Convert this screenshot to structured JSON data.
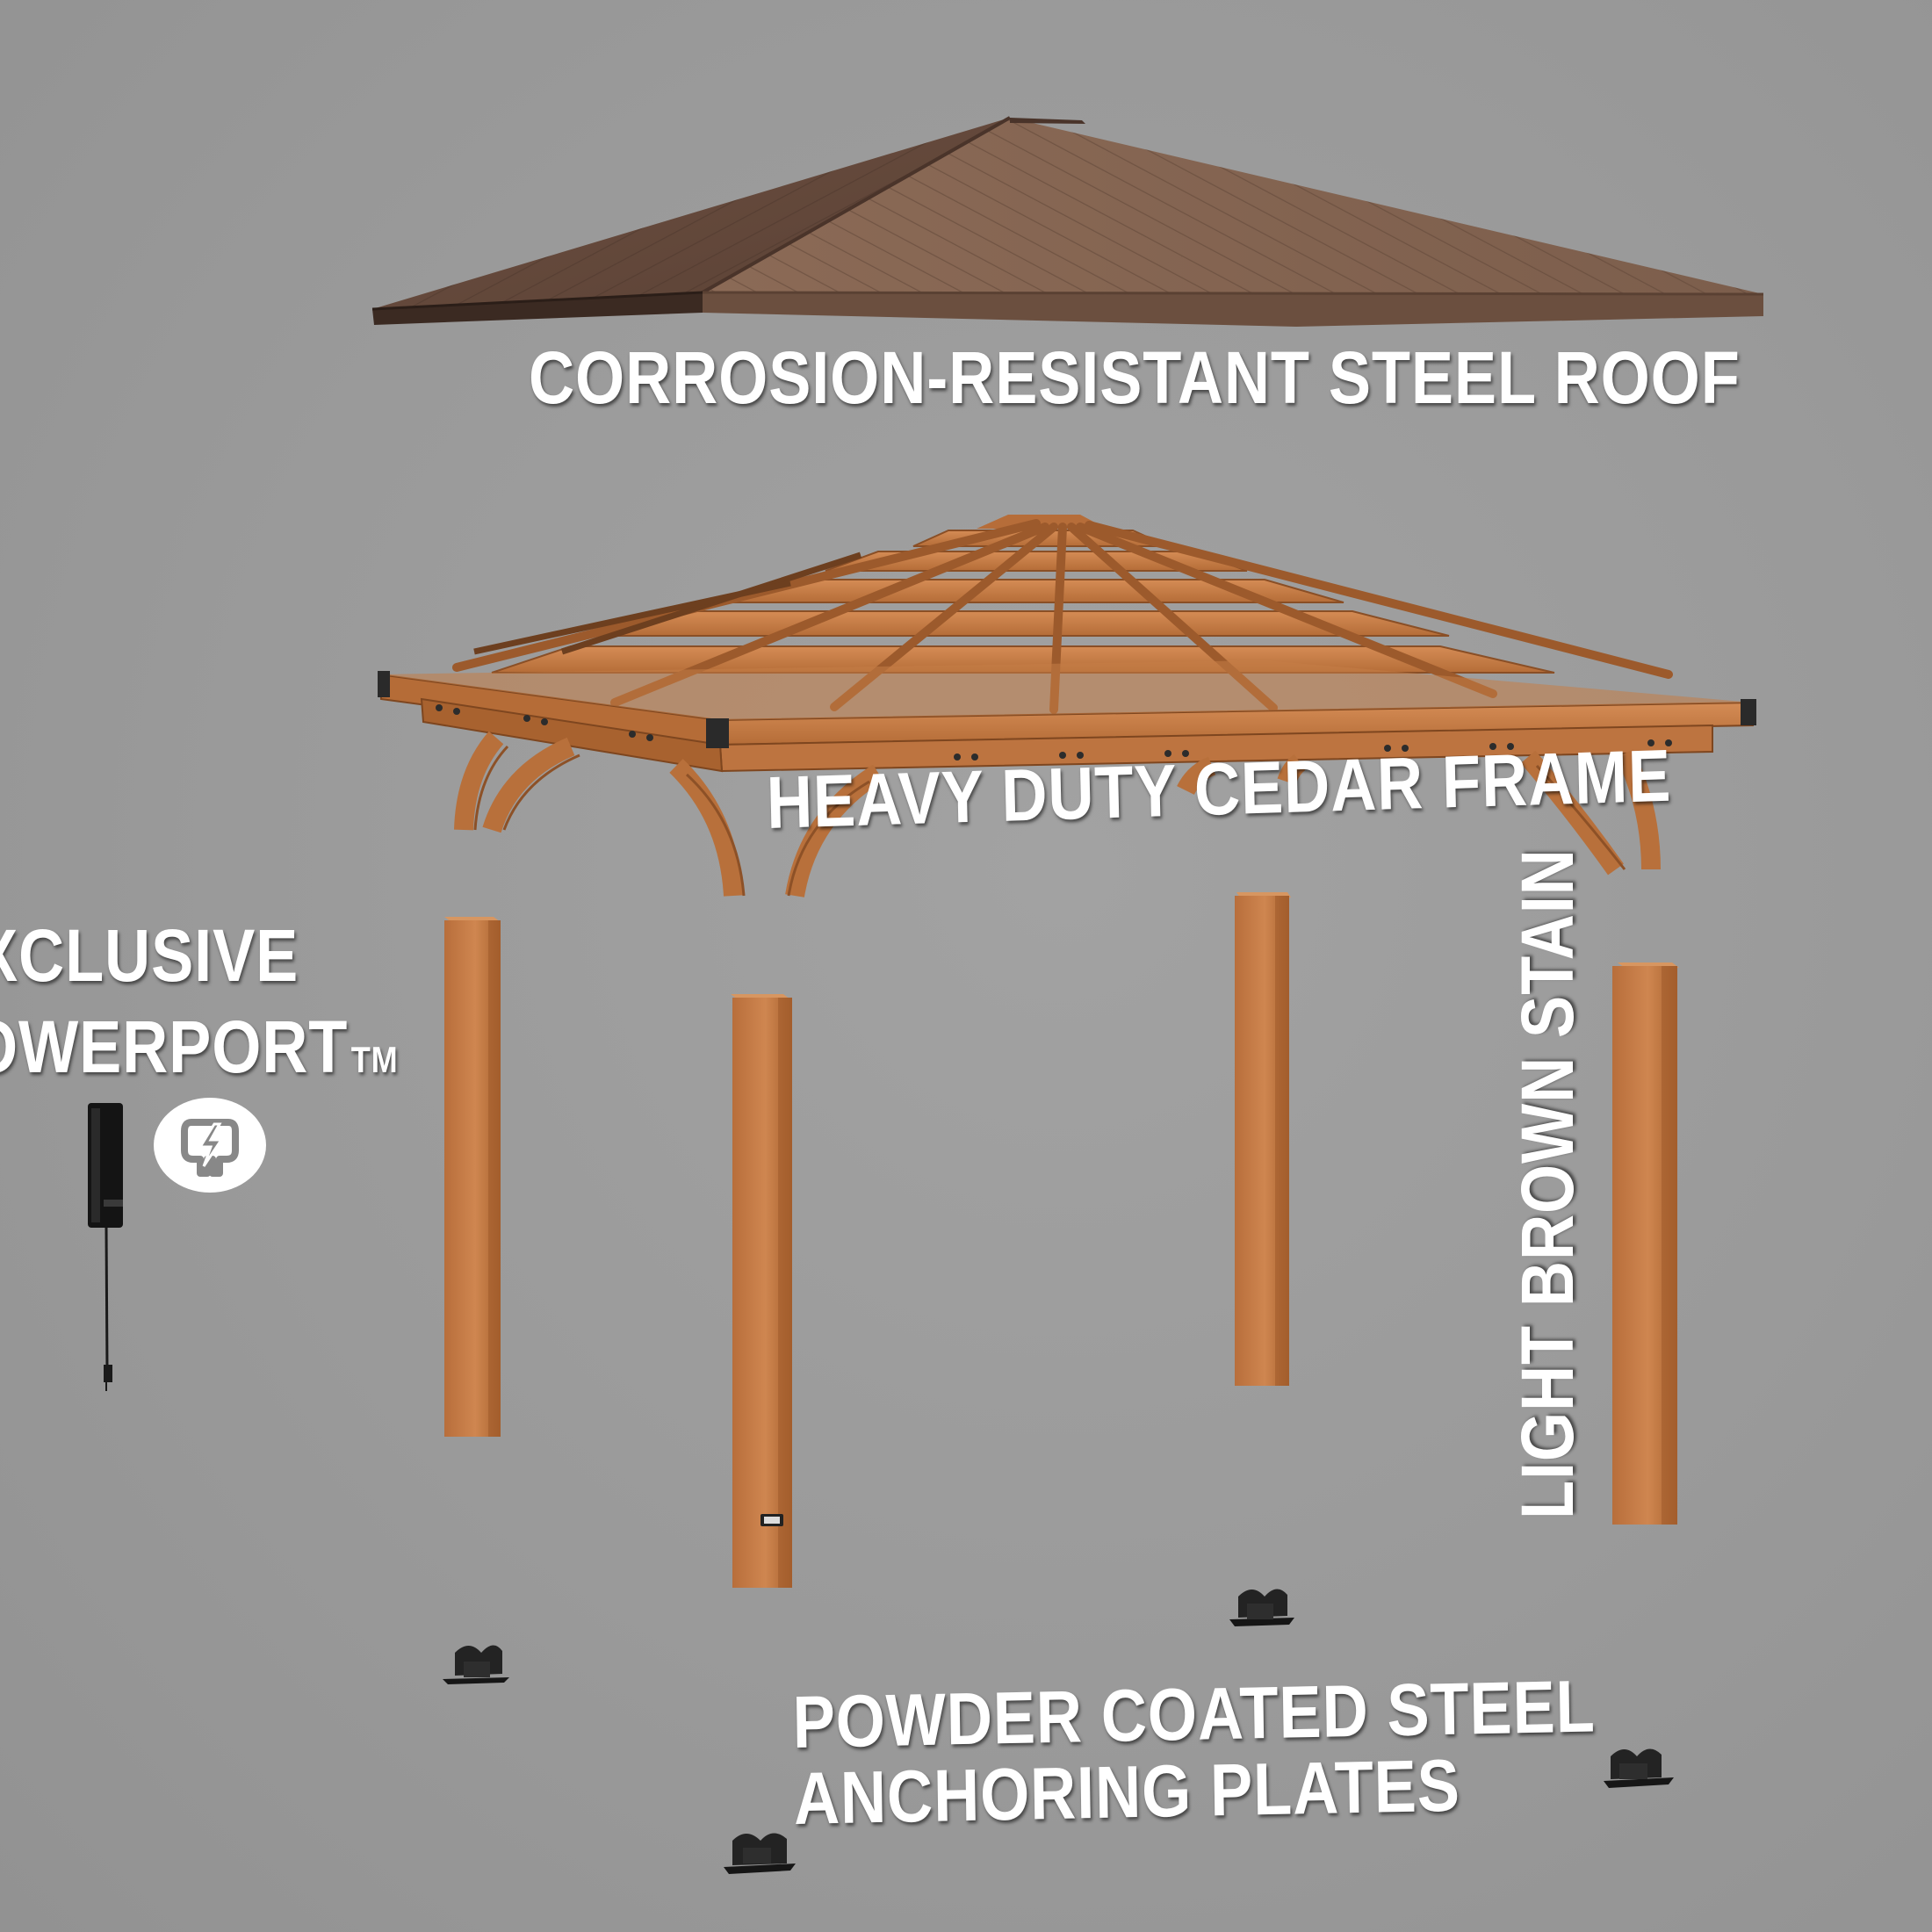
{
  "callouts": {
    "roof": "CORROSION-RESISTANT STEEL ROOF",
    "frame": "HEAVY DUTY CEDAR FRAME",
    "powerport_line1": "XCLUSIVE",
    "powerport_line2": "OWERPORT",
    "powerport_tm": "TM",
    "stain": "LIGHT BROWN STAIN",
    "plates_line1": "POWDER COATED STEEL",
    "plates_line2": "ANCHORING PLATES"
  },
  "icons": {
    "power_badge": "plug-lightning-icon"
  },
  "colors": {
    "background": "#999999",
    "roof_brown": "#7a5b48",
    "cedar": "#c77a42",
    "steel_black": "#1e1e1e",
    "label_text": "#ffffff"
  }
}
